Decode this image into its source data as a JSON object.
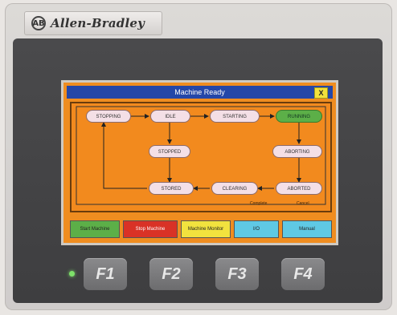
{
  "brand": {
    "name": "Allen-Bradley",
    "logo": "AB"
  },
  "screen": {
    "title": "Machine Ready",
    "close_label": "X",
    "states": {
      "stopping": "STOPPING",
      "idle": "IDLE",
      "starting": "STARTING",
      "running": "RUNNING",
      "stopped": "STOPPED",
      "stored": "STORED",
      "clearing": "CLEARING",
      "aborting": "ABORTING",
      "aborted": "ABORTED"
    },
    "labels": {
      "complete": "Complete",
      "cancel": "Cancel"
    },
    "buttons": {
      "start": "Start Machine",
      "stop": "Stop Machine",
      "monitor": "Machine Monitor",
      "io": "I/O",
      "manual": "Manual"
    }
  },
  "keys": [
    "F1",
    "F2",
    "F3",
    "F4"
  ],
  "colors": {
    "screen_bg": "#ef8d20",
    "title_bar": "#2447a8",
    "running_state": "#5caf48",
    "start_button": "#5caf48",
    "stop_button": "#d93226",
    "monitor_button": "#f2e23e",
    "io_button": "#5fc9e4",
    "manual_button": "#5fc9e4"
  }
}
